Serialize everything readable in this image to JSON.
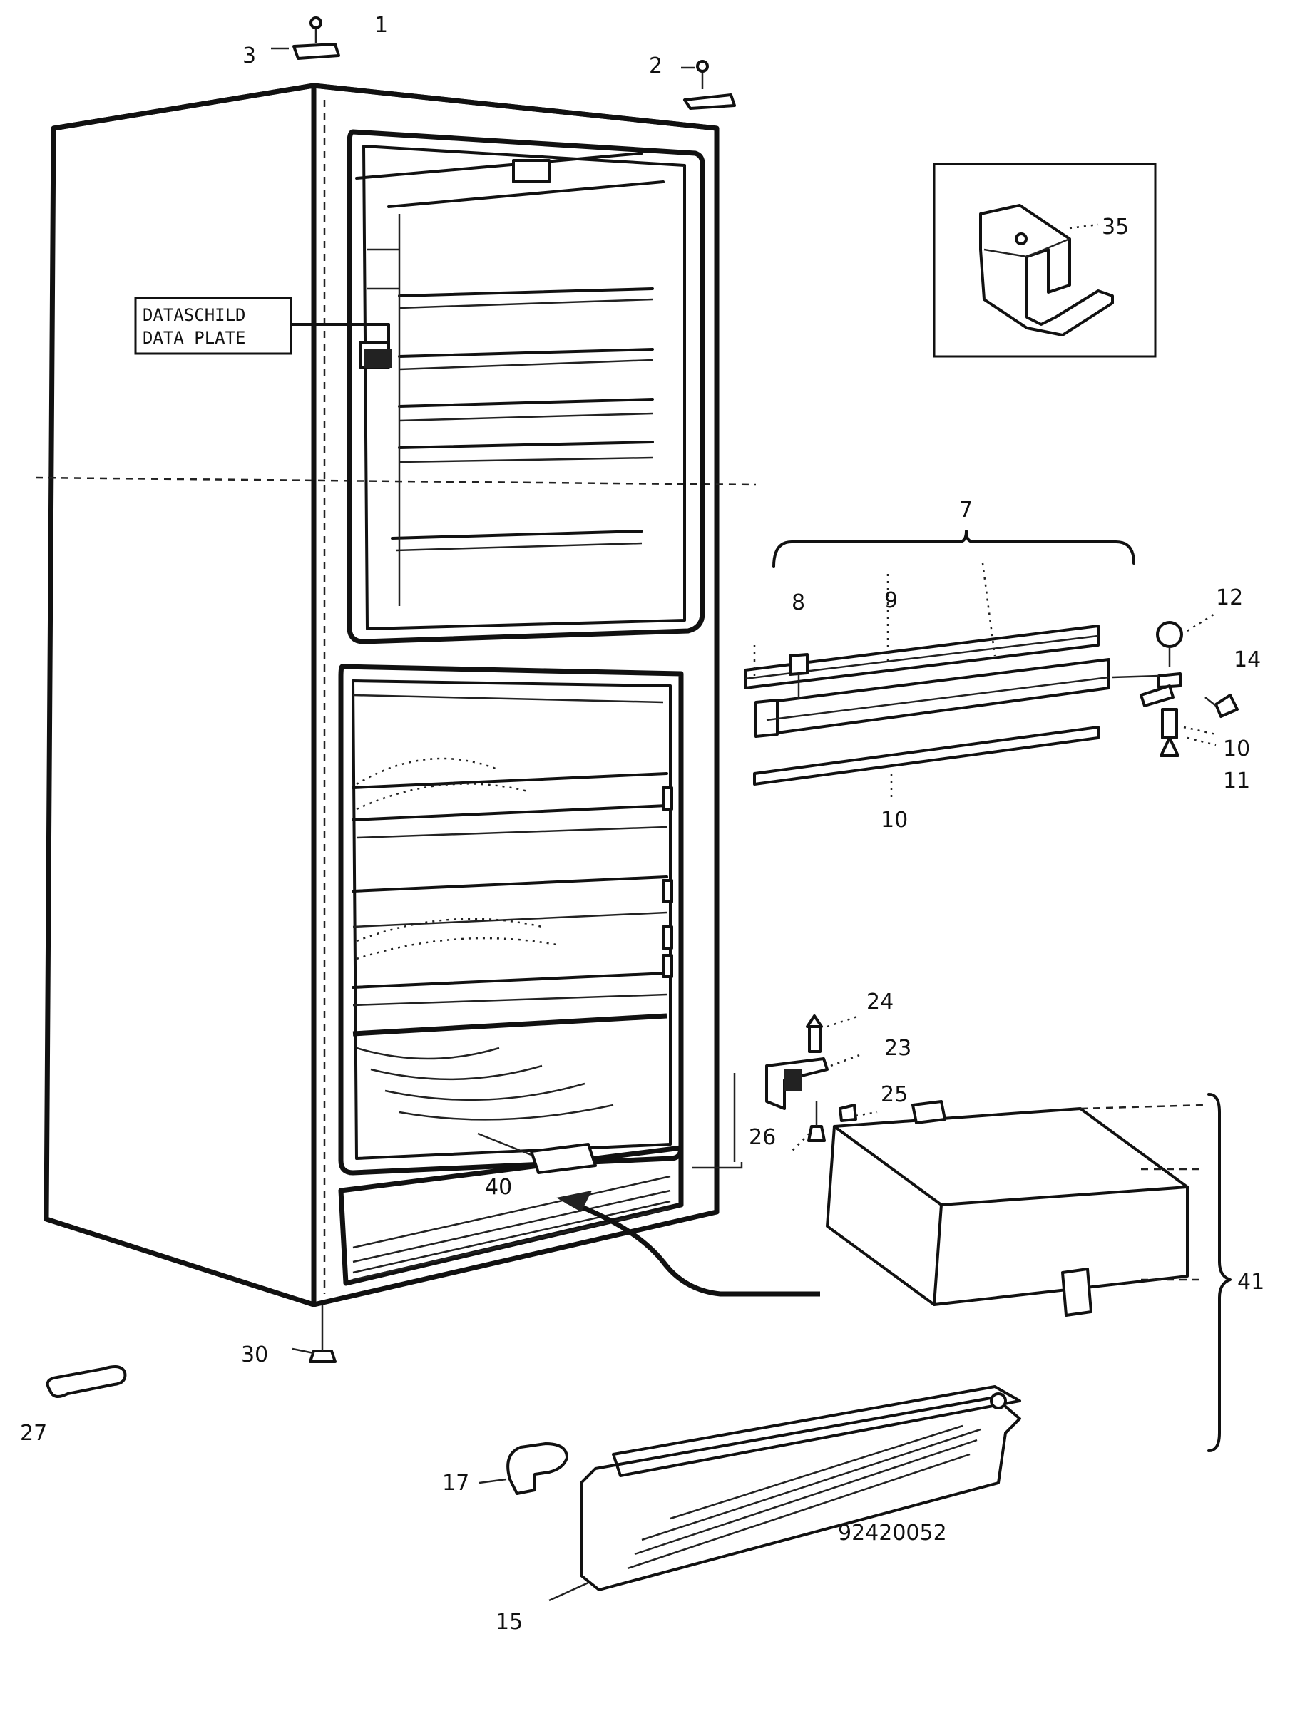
{
  "figure_number": "92420052",
  "data_plate": {
    "line1": "DATASCHILD",
    "line2": "DATA PLATE"
  },
  "callouts": [
    {
      "id": "1",
      "label": "1"
    },
    {
      "id": "2",
      "label": "2"
    },
    {
      "id": "3",
      "label": "3"
    },
    {
      "id": "7",
      "label": "7"
    },
    {
      "id": "8",
      "label": "8"
    },
    {
      "id": "9",
      "label": "9"
    },
    {
      "id": "10a",
      "label": "10"
    },
    {
      "id": "10b",
      "label": "10"
    },
    {
      "id": "11",
      "label": "11"
    },
    {
      "id": "12",
      "label": "12"
    },
    {
      "id": "14",
      "label": "14"
    },
    {
      "id": "15",
      "label": "15"
    },
    {
      "id": "17",
      "label": "17"
    },
    {
      "id": "23",
      "label": "23"
    },
    {
      "id": "24",
      "label": "24"
    },
    {
      "id": "25",
      "label": "25"
    },
    {
      "id": "26",
      "label": "26"
    },
    {
      "id": "27",
      "label": "27"
    },
    {
      "id": "30",
      "label": "30"
    },
    {
      "id": "35",
      "label": "35"
    },
    {
      "id": "40",
      "label": "40"
    },
    {
      "id": "41",
      "label": "41"
    }
  ]
}
